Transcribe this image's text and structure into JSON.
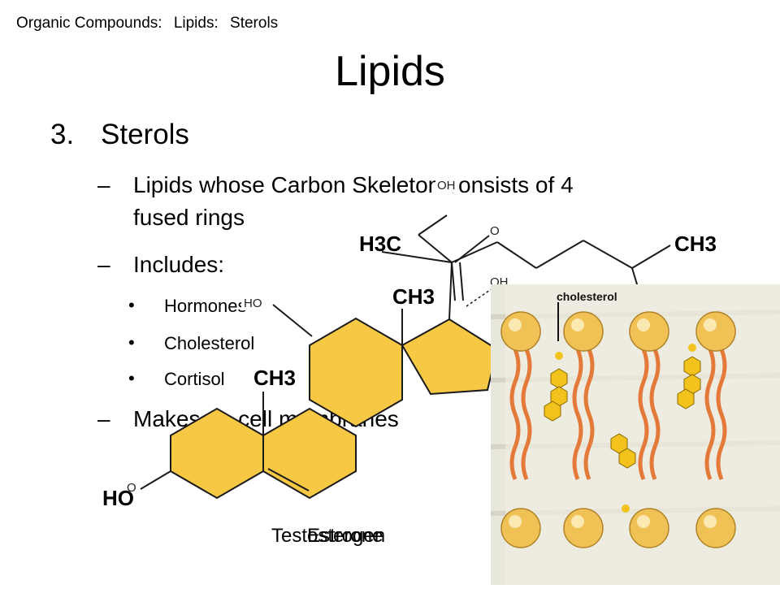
{
  "breadcrumb": {
    "items": [
      "Organic Compounds:",
      "Lipids:",
      "Sterols"
    ]
  },
  "slide": {
    "title": "Lipids",
    "item_number": "3.",
    "item_heading": "Sterols",
    "dash": "–",
    "bullet": "•",
    "points": [
      {
        "text_line1": "Lipids whose Carbon Skeleton consists of 4",
        "text_line2": "fused rings"
      },
      {
        "text": "Includes:"
      },
      {
        "text": "Makes up cell membranes"
      }
    ],
    "includes": [
      "Hormones",
      "Cholesterol",
      "Cortisol"
    ]
  },
  "structure": {
    "labels": {
      "h3c": "H3C",
      "ch3_top_right": "CH3",
      "ch3_middle": "CH3",
      "ch3_left": "CH3",
      "ho_bottom": "HO",
      "oh_top": "OH",
      "o_mid": "O",
      "oh_mid": "OH",
      "ho_left": "HO",
      "o_left": "O"
    },
    "overlapping_names": [
      "Testosterone",
      "Estrogen"
    ],
    "fill_color": "#f7c843",
    "stroke_color": "#1a1a1a"
  },
  "membrane": {
    "label": "cholesterol",
    "head_color": "#f0c255",
    "tail_color": "#e37a3a",
    "sterol_color": "#f3c21c",
    "background": "#e8e7dc"
  }
}
